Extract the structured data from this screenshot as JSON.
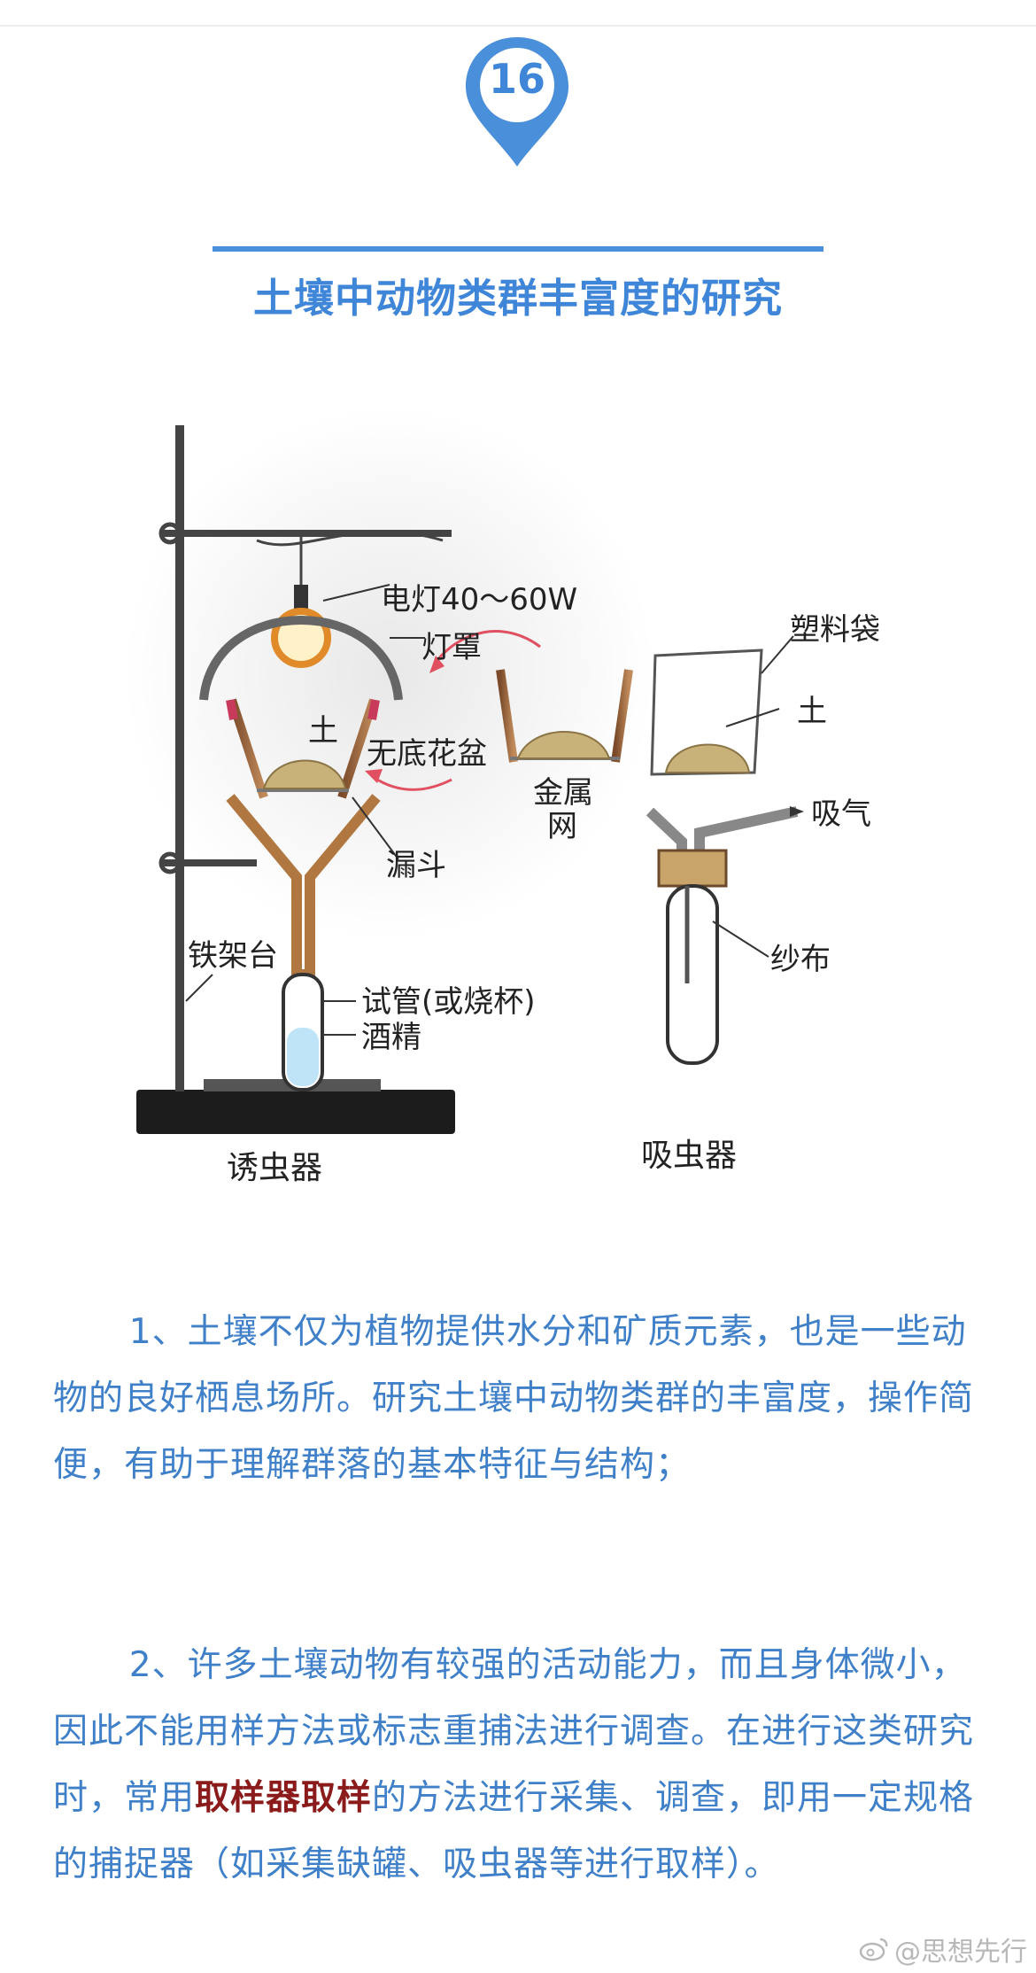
{
  "header": {
    "number": "16",
    "title": "土壤中动物类群丰富度的研究"
  },
  "figure": {
    "labels": {
      "lamp": "电灯40～60W",
      "lampshade": "灯罩",
      "soil_left": "土",
      "bottomless_pot": "无底花盆",
      "metal_mesh_line1": "金属",
      "metal_mesh_line2": "网",
      "plastic_bag": "塑料袋",
      "soil_right": "土",
      "suction": "吸气",
      "funnel": "漏斗",
      "iron_stand": "铁架台",
      "test_tube": "试管(或烧杯)",
      "alcohol": "酒精",
      "gauze": "纱布",
      "trap_caption": "诱虫器",
      "aspirator_caption": "吸虫器"
    }
  },
  "paragraphs": {
    "p1": "1、土壤不仅为植物提供水分和矿质元素，也是一些动物的良好栖息场所。研究土壤中动物类群的丰富度，操作简便，有助于理解群落的基本特征与结构；",
    "p2_before": "2、许多土壤动物有较强的活动能力，而且身体微小，因此不能用样方法或标志重捕法进行调查。在进行这类研究时，常用",
    "p2_highlight": "取样器取样",
    "p2_after": "的方法进行采集、调查，即用一定规格的捕捉器（如采集缺罐、吸虫器等进行取样）。"
  },
  "watermark": {
    "text": "@思想先行"
  },
  "colors": {
    "accent": "#3f86d8",
    "body_text": "#3f80c8",
    "highlight": "#8b1a1a"
  }
}
